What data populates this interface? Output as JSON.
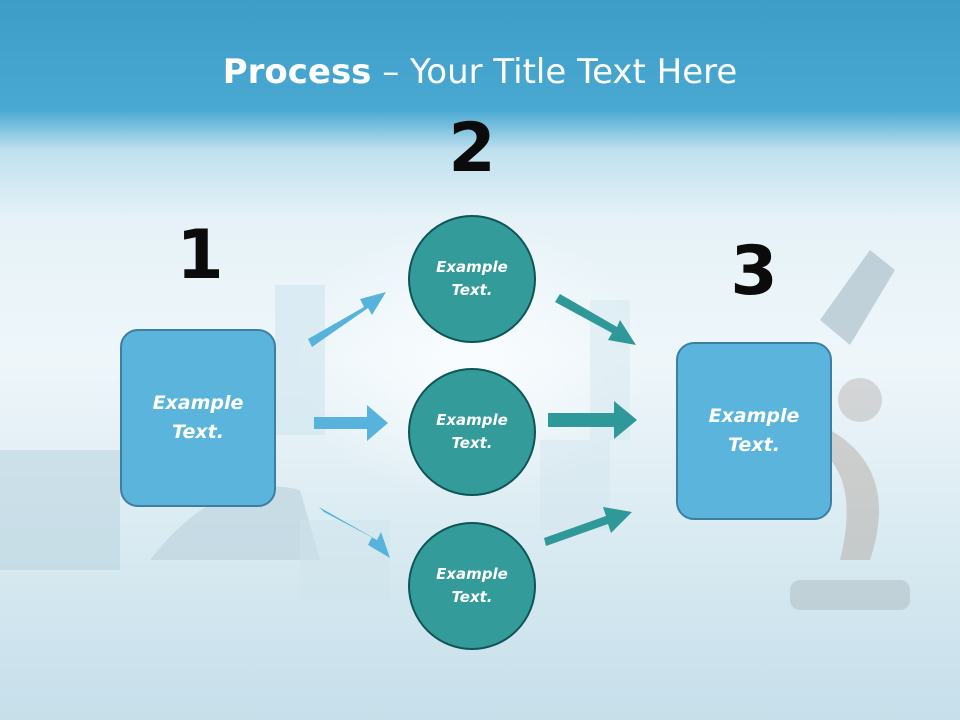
{
  "title": {
    "bold": "Process",
    "rest": " – Your Title Text Here"
  },
  "steps": {
    "one": "1",
    "two": "2",
    "three": "3"
  },
  "left_box": {
    "line1": "Example",
    "line2": "Text."
  },
  "right_box": {
    "line1": "Example",
    "line2": "Text."
  },
  "circles": [
    {
      "line1": "Example",
      "line2": "Text."
    },
    {
      "line1": "Example",
      "line2": "Text."
    },
    {
      "line1": "Example",
      "line2": "Text."
    }
  ],
  "colors": {
    "left_arrows": "#57b3dc",
    "right_arrows": "#2f9898",
    "box_fill": "#5ab4db",
    "circle_fill": "#339b9a"
  }
}
